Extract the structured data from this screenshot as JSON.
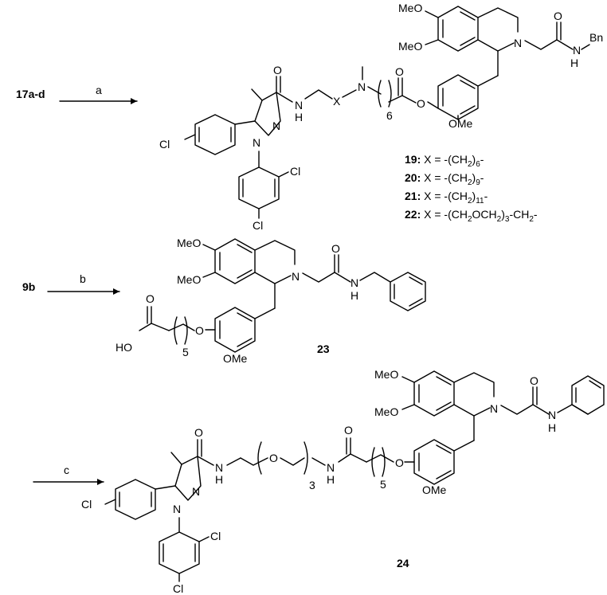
{
  "scheme": {
    "step_a": {
      "start": "17a-d",
      "reagent": "a"
    },
    "step_b": {
      "start": "9b",
      "reagent": "b",
      "product": "23"
    },
    "step_c": {
      "reagent": "c",
      "product": "24"
    }
  },
  "series": [
    {
      "id": "19:",
      "x": " X = -(CH",
      "sub": "2",
      "tail": ")",
      "n": "6",
      "end": "-"
    },
    {
      "id": "20:",
      "x": " X = -(CH",
      "sub": "2",
      "tail": ")",
      "n": "9",
      "end": "-"
    },
    {
      "id": "21:",
      "x": " X = -(CH",
      "sub": "2",
      "tail": ")",
      "n": "11",
      "end": "-"
    },
    {
      "id": "22:",
      "x": " X = -(CH",
      "sub": "2",
      "tail": "OCH",
      "n": "2",
      "end": ")",
      "n2": "3",
      "end2": "-CH",
      "n3": "2",
      "end3": "-"
    }
  ],
  "atoms": {
    "MeO": "MeO",
    "OMe": "OMe",
    "N": "N",
    "O": "O",
    "H": "H",
    "Bn": "Bn",
    "Cl": "Cl",
    "X": "X",
    "HO": "HO",
    "n6": "6",
    "n5": "5",
    "n3": "3"
  }
}
